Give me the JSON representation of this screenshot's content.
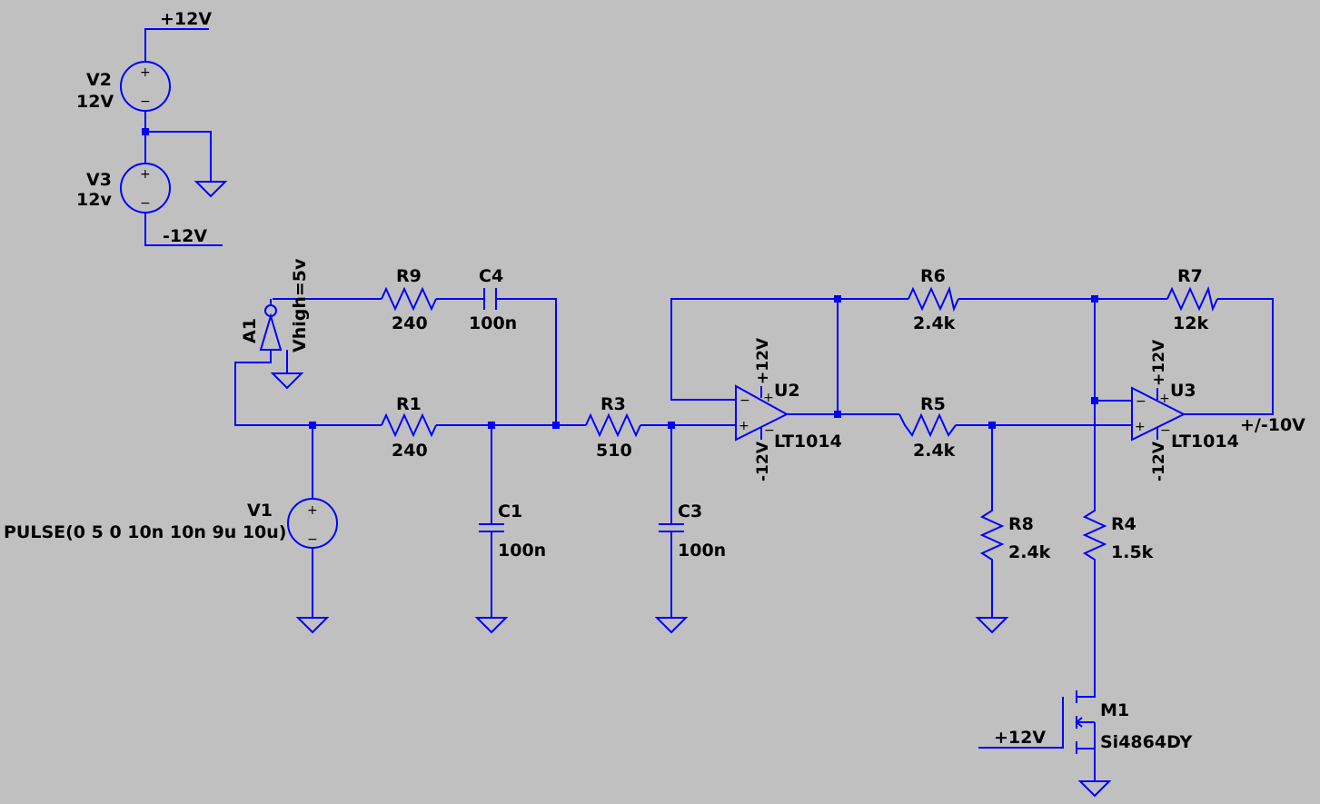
{
  "colors": {
    "background": "#c0c0c0",
    "wire": "#0000ff",
    "text": "#000000"
  },
  "supplies": {
    "pos_net": "+12V",
    "neg_net": "-12V",
    "v2": {
      "name": "V2",
      "value": "12V"
    },
    "v3": {
      "name": "V3",
      "value": "12v"
    }
  },
  "source": {
    "name": "V1",
    "value": "PULSE(0 5 0 10n 10n 9u 10u)"
  },
  "buffer": {
    "name": "A1",
    "param": "Vhigh=5v"
  },
  "resistors": {
    "r1": {
      "name": "R1",
      "value": "240"
    },
    "r3": {
      "name": "R3",
      "value": "510"
    },
    "r4": {
      "name": "R4",
      "value": "1.5k"
    },
    "r5": {
      "name": "R5",
      "value": "2.4k"
    },
    "r6": {
      "name": "R6",
      "value": "2.4k"
    },
    "r7": {
      "name": "R7",
      "value": "12k"
    },
    "r8": {
      "name": "R8",
      "value": "2.4k"
    },
    "r9": {
      "name": "R9",
      "value": "240"
    }
  },
  "capacitors": {
    "c1": {
      "name": "C1",
      "value": "100n"
    },
    "c3": {
      "name": "C3",
      "value": "100n"
    },
    "c4": {
      "name": "C4",
      "value": "100n"
    }
  },
  "opamps": {
    "u2": {
      "name": "U2",
      "model": "LT1014",
      "vpos": "+12V",
      "vneg": "-12V"
    },
    "u3": {
      "name": "U3",
      "model": "LT1014",
      "vpos": "+12V",
      "vneg": "-12V"
    }
  },
  "mosfet": {
    "name": "M1",
    "model": "Si4864DY",
    "gate_net": "+12V"
  },
  "output_net": "+/-10V"
}
